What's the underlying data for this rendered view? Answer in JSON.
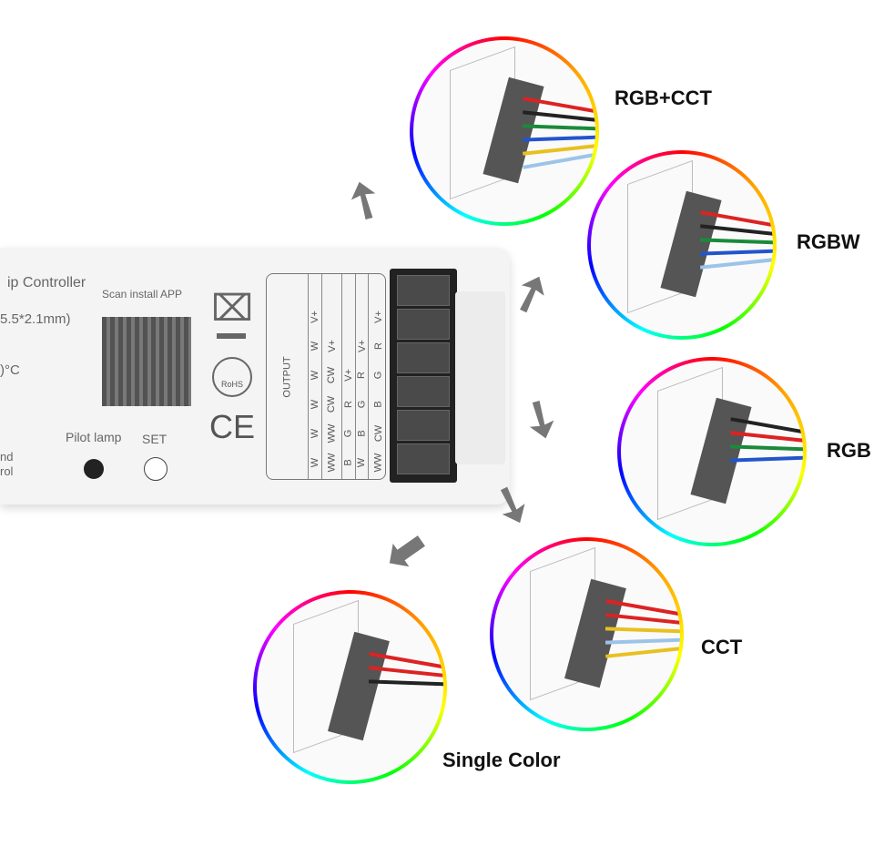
{
  "controller": {
    "title": "ip Controller",
    "spec": "5.5*2.1mm)",
    "temp": ")°C",
    "scan": "Scan install APP",
    "pilot": "Pilot lamp",
    "set": "SET",
    "side1": "nd",
    "side2": "rol",
    "output": "OUTPUT",
    "columns": [
      [
        "W",
        "W",
        "W",
        "W",
        "W",
        "V+"
      ],
      [
        "WW",
        "WW",
        "CW",
        "CW",
        "V+"
      ],
      [
        "B",
        "G",
        "R",
        "V+"
      ],
      [
        "W",
        "B",
        "G",
        "R",
        "V+"
      ],
      [
        "WW",
        "CW",
        "B",
        "G",
        "R",
        "V+"
      ]
    ]
  },
  "modes": [
    "RGB+CCT",
    "RGBW",
    "RGB",
    "CCT",
    "Single Color"
  ],
  "wires": {
    "RGB+CCT": [
      "#d22",
      "#222",
      "#1a8a3a",
      "#2255cc",
      "#e8c020",
      "#9cc4e8"
    ],
    "RGBW": [
      "#d22",
      "#222",
      "#1a8a3a",
      "#2255cc",
      "#9cc4e8"
    ],
    "RGB": [
      "#222",
      "#d22",
      "#1a8a3a",
      "#2255cc"
    ],
    "CCT": [
      "#d22",
      "#d22",
      "#e8c020",
      "#9cc4e8",
      "#e8c020"
    ],
    "Single Color": [
      "#d22",
      "#d22",
      "#222"
    ]
  }
}
